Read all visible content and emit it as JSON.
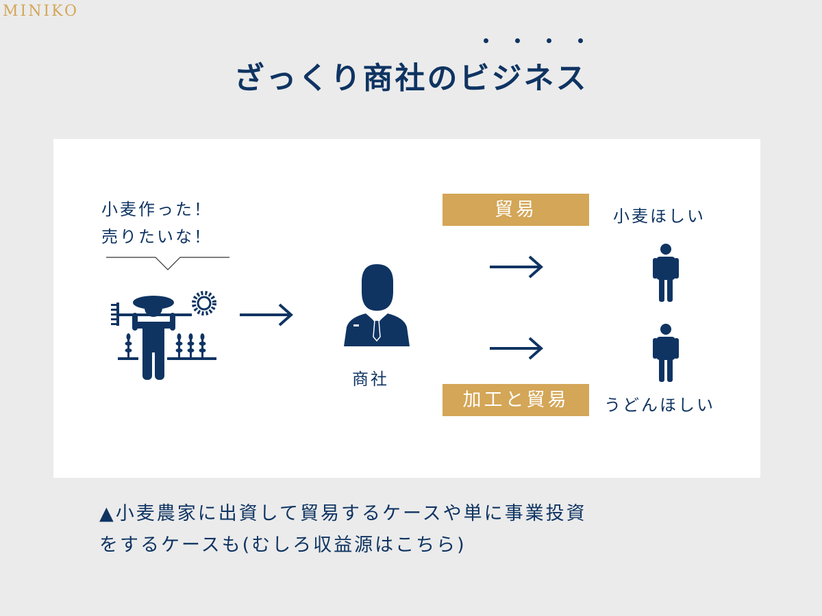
{
  "logo": "MINIKO",
  "title": "ざっくり商社のビジネス",
  "farmer": {
    "speech_line1": "小麦作った！",
    "speech_line2": "売りたいな！"
  },
  "company_label": "商社",
  "tags": {
    "trade": "貿易",
    "process_trade": "加工と貿易"
  },
  "customers": {
    "wheat": "小麦ほしい",
    "udon": "うどんほしい"
  },
  "caption": {
    "line1": "▲小麦農家に出資して貿易するケースや単に事業投資",
    "line2": "をするケースも(むしろ収益源はこちら)"
  },
  "colors": {
    "navy": "#0f3462",
    "gold": "#d4a657",
    "background": "#ebebeb"
  }
}
